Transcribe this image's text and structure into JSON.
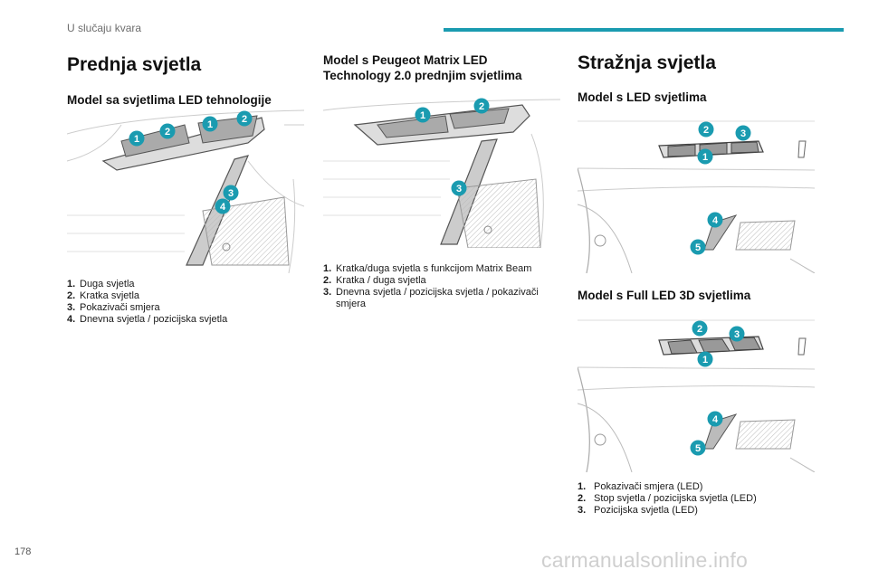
{
  "header": {
    "section": "U slučaju kvara",
    "accent_color": "#1a9bb0"
  },
  "page_number": "178",
  "watermark": "carmanualsonline.info",
  "badge_color": "#1a9bb0",
  "front": {
    "title": "Prednja svjetla",
    "model_a": {
      "title": "Model sa svjetlima LED tehnologije",
      "badges": [
        "1",
        "2",
        "1",
        "2",
        "3",
        "4"
      ],
      "items": [
        {
          "num": "1.",
          "text": "Duga svjetla"
        },
        {
          "num": "2.",
          "text": "Kratka svjetla"
        },
        {
          "num": "3.",
          "text": "Pokazivači smjera"
        },
        {
          "num": "4.",
          "text": "Dnevna svjetla / pozicijska svjetla"
        }
      ]
    },
    "model_b": {
      "title": "Model s Peugeot Matrix LED Technology 2.0 prednjim svjetlima",
      "badges": [
        "1",
        "2",
        "3"
      ],
      "items": [
        {
          "num": "1.",
          "text": "Kratka/duga svjetla s funkcijom Matrix Beam"
        },
        {
          "num": "2.",
          "text": "Kratka / duga svjetla"
        },
        {
          "num": "3.",
          "text": "Dnevna svjetla / pozicijska svjetla / pokazivači smjera"
        }
      ]
    }
  },
  "rear": {
    "title": "Stražnja svjetla",
    "model_a": {
      "title": "Model s LED svjetlima",
      "badges": [
        "2",
        "3",
        "1",
        "4",
        "5"
      ]
    },
    "model_b": {
      "title": "Model s Full LED 3D svjetlima",
      "badges": [
        "2",
        "3",
        "1",
        "4",
        "5"
      ],
      "items": [
        {
          "num": "1.",
          "text": "Pokazivači smjera (LED)"
        },
        {
          "num": "2.",
          "text": "Stop svjetla / pozicijska svjetla (LED)"
        },
        {
          "num": "3.",
          "text": "Pozicijska svjetla (LED)"
        }
      ]
    }
  }
}
